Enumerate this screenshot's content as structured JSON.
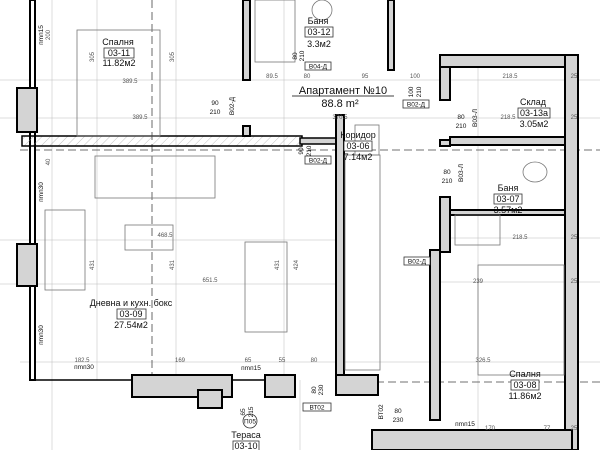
{
  "apartment": {
    "title": "Апартамент №10",
    "area": "88.8 m²"
  },
  "rooms": [
    {
      "name": "Спалня",
      "code": "03-11",
      "area": "11.82м2"
    },
    {
      "name": "Баня",
      "code": "03-12",
      "area": "3.3м2"
    },
    {
      "name": "Коридор",
      "code": "03-06",
      "area": "7.14м2"
    },
    {
      "name": "Склад",
      "code": "03-13а",
      "area": "3.05м2"
    },
    {
      "name": "Баня",
      "code": "03-07",
      "area": "3.57м2"
    },
    {
      "name": "Дневна и кухн. бокс",
      "code": "03-09",
      "area": "27.54м2"
    },
    {
      "name": "Спалня",
      "code": "03-08",
      "area": "11.86м2"
    },
    {
      "name": "Тераса",
      "code": "03-10"
    }
  ],
  "doors": [
    "В04-Д",
    "В02-Д",
    "В02-Д",
    "В03-Л",
    "В03-Л",
    "В02-Д",
    "В02-Д",
    "ВТ02",
    "ВТ02"
  ],
  "markers": {
    "window_tag": "П05"
  },
  "dims": [
    "389.5",
    "389.5",
    "305",
    "305",
    "90",
    "210",
    "89.5",
    "80",
    "95",
    "100",
    "100",
    "210",
    "370.5",
    "218.5",
    "218.5",
    "25",
    "25",
    "80",
    "210",
    "80",
    "210",
    "90",
    "210",
    "218.5",
    "25",
    "239",
    "25",
    "468.5",
    "431",
    "431",
    "431",
    "424",
    "651.5",
    "пmп30",
    "пmп30",
    "182.5",
    "пmп30",
    "169",
    "65",
    "55",
    "пmп15",
    "326.5",
    "80",
    "80",
    "230",
    "80",
    "230",
    "пmп15",
    "170",
    "77",
    "25",
    "65",
    "215",
    "пmп15",
    "200",
    "80",
    "210",
    "40"
  ]
}
